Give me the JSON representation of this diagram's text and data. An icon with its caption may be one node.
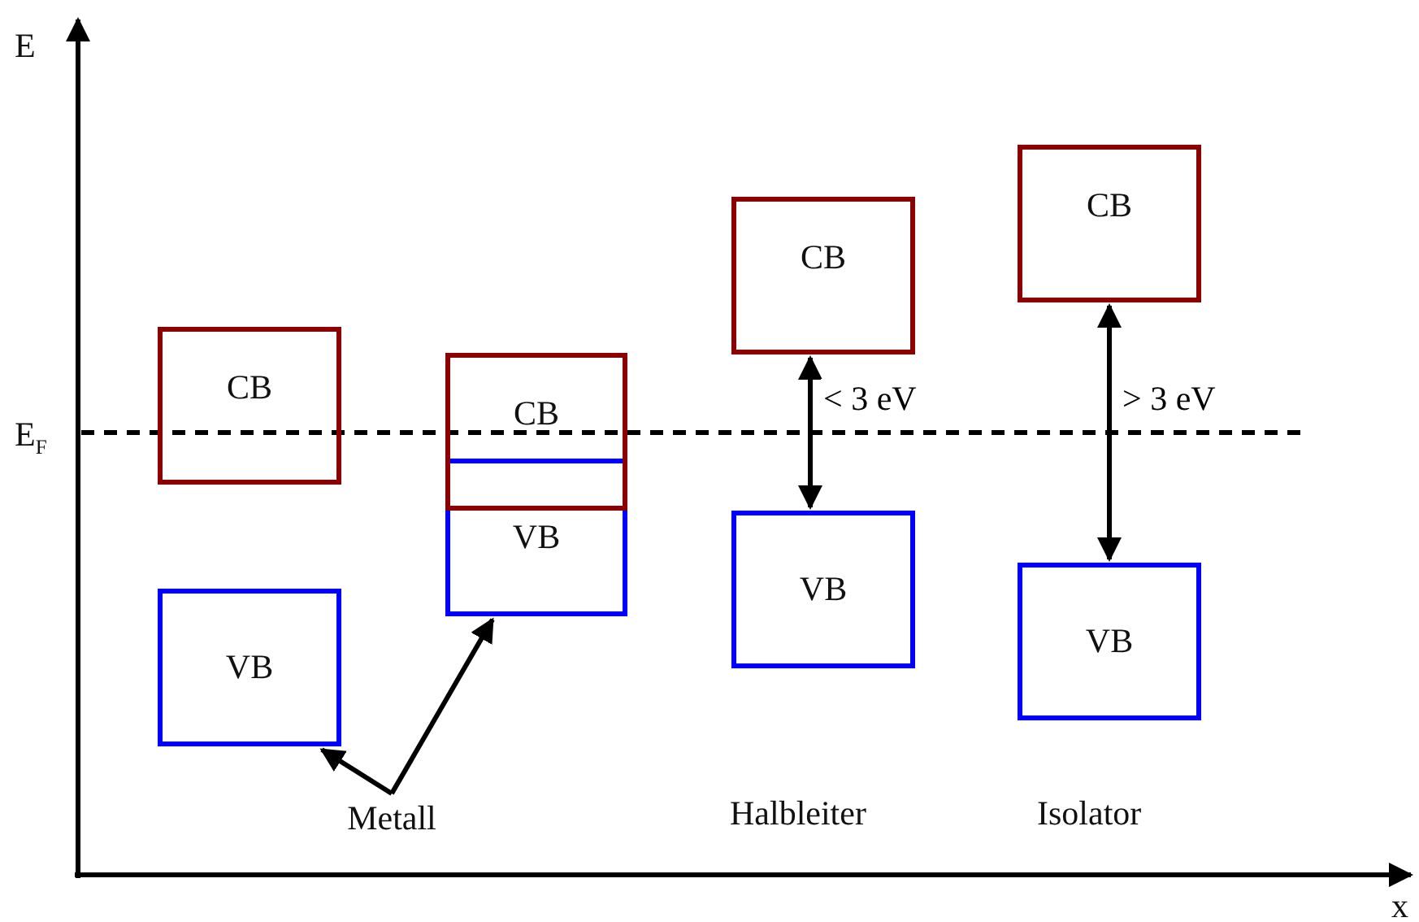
{
  "diagram": {
    "nodes": [
      {
        "text": [
          "CB"
        ]
      },
      {
        "text": [
          "VB"
        ]
      },
      {
        "text": [
          "CB"
        ]
      },
      {
        "text": [
          "VB"
        ]
      },
      {
        "text": [
          "CB"
        ]
      },
      {
        "text": [
          "VB"
        ]
      },
      {
        "text": [
          "CB"
        ]
      },
      {
        "text": [
          "VB"
        ]
      },
      {
        "text": [
          "Metall"
        ]
      }
    ],
    "edges": [
      {
        "from": 8,
        "to": 1,
        "arrow": "to"
      },
      {
        "from": 8,
        "to": 3,
        "arrow": "to"
      },
      {
        "from": 4,
        "to": 5,
        "arrow": "both",
        "label": "< 3 eV"
      },
      {
        "from": 6,
        "to": 7,
        "arrow": "both",
        "label": "> 3 eV"
      }
    ],
    "labels": [
      "E",
      "E$_{F}$",
      "Halbleiter",
      "Isolator",
      "x"
    ]
  }
}
